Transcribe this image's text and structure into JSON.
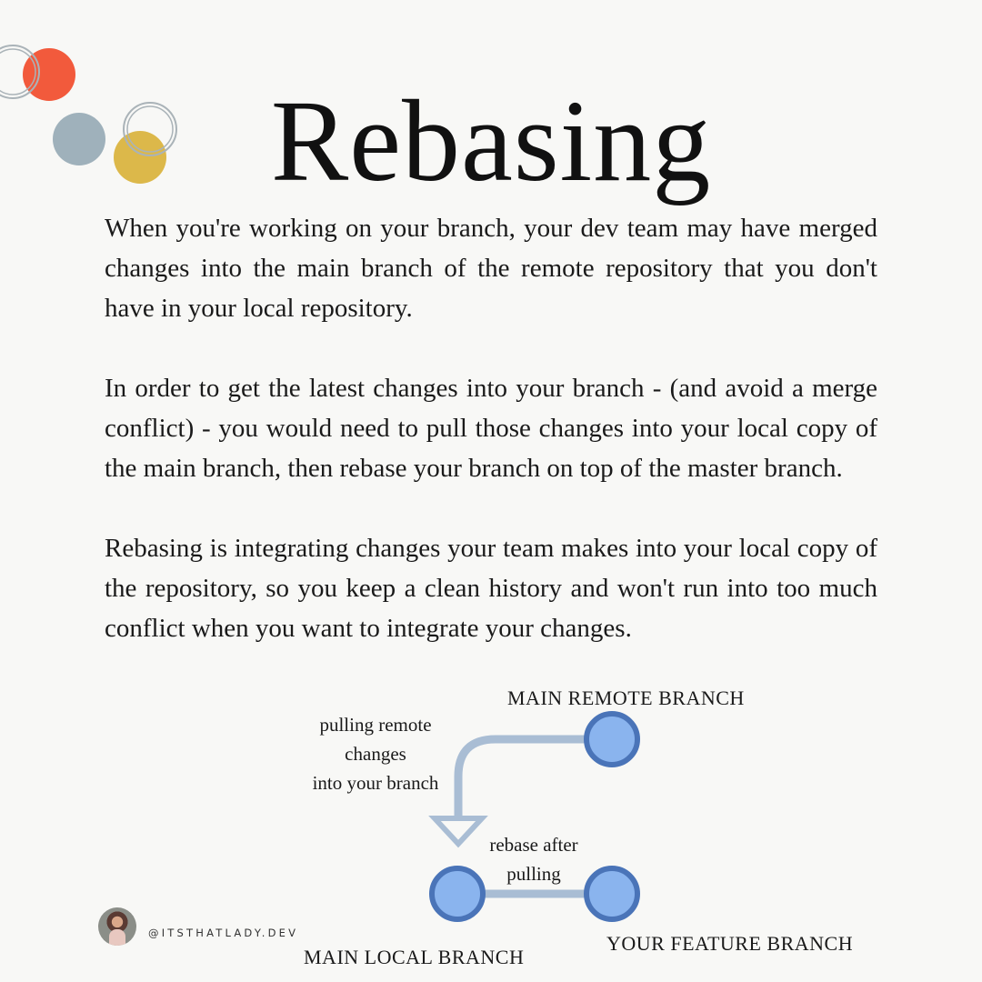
{
  "title": "Rebasing",
  "paragraphs": [
    "When you're working on your branch, your dev team may have merged changes into the main branch of the remote repository that you don't have in your local repository.",
    "In order to get the latest changes into your branch - (and avoid a merge conflict) - you would need to pull those changes into your local copy of the main branch, then rebase your branch on top of the master branch.",
    "Rebasing is integrating changes your team makes into your local copy of the repository, so you keep a clean history and won't run into too much conflict when you want to integrate your changes."
  ],
  "diagram": {
    "nodes": {
      "main_remote": "MAIN REMOTE BRANCH",
      "main_local": "MAIN LOCAL BRANCH",
      "feature": "YOUR FEATURE BRANCH"
    },
    "edges": {
      "pull_label_lines": [
        "pulling remote",
        "changes",
        "into your branch"
      ],
      "rebase_label_lines": [
        "rebase after",
        "pulling"
      ]
    },
    "colors": {
      "node_fill": "#8ab4ee",
      "node_stroke": "#4a74b8",
      "edge": "#a9bdd4"
    }
  },
  "footer": {
    "handle": "@ITSTHATLADY.DEV"
  },
  "decoration_colors": {
    "red": "#f25a3c",
    "blue_grey": "#9fb1bb",
    "mustard": "#dcb84a",
    "ring": "#aab3b8"
  }
}
